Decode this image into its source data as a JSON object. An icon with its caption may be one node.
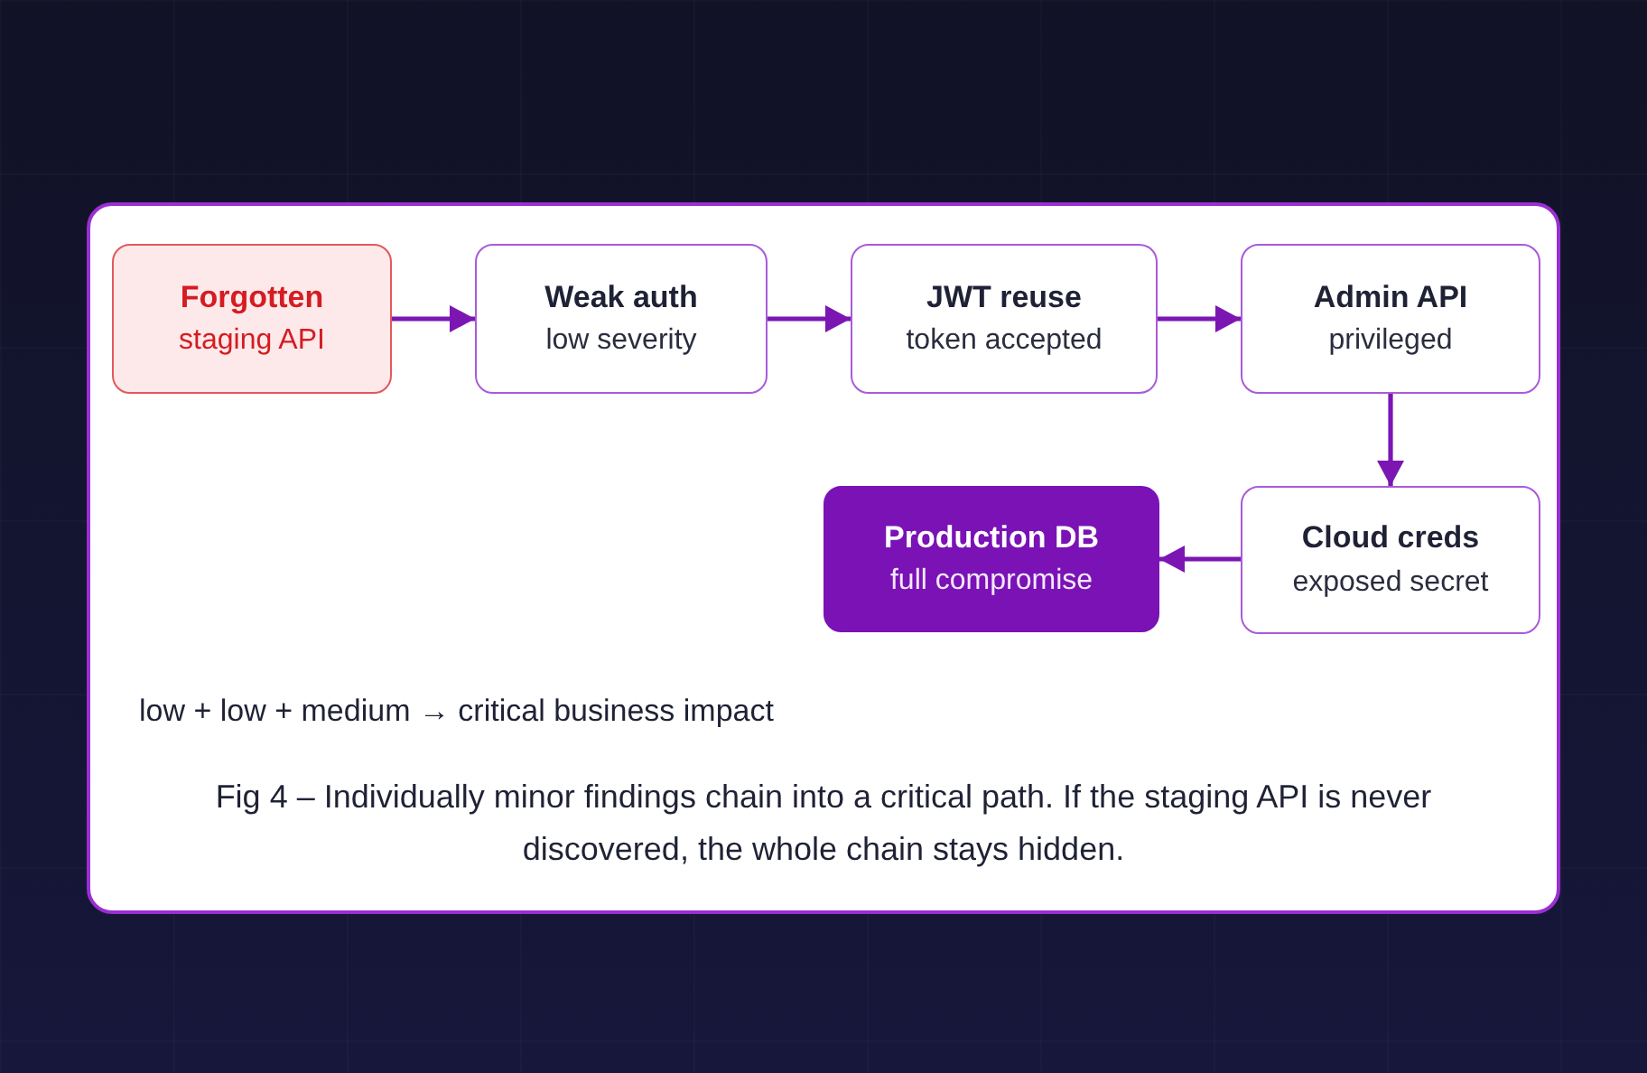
{
  "diagram": {
    "caption": "Fig 4 – Individually minor findings chain into a critical path. If the staging API is never discovered, the whole chain stays hidden.",
    "nodes": [
      {
        "text": [
          "Forgotten",
          "staging API"
        ]
      },
      {
        "text": [
          "Weak auth",
          "low severity"
        ]
      },
      {
        "text": [
          "JWT reuse",
          "token accepted"
        ]
      },
      {
        "text": [
          "Admin API",
          "privileged"
        ]
      },
      {
        "text": [
          "Cloud creds",
          "exposed secret"
        ]
      },
      {
        "text": [
          "Production DB",
          "full compromise"
        ]
      }
    ],
    "edges": [
      {
        "from": 0,
        "to": 1,
        "arrow": "to"
      },
      {
        "from": 1,
        "to": 2,
        "arrow": "to"
      },
      {
        "from": 2,
        "to": 3,
        "arrow": "to"
      },
      {
        "from": 3,
        "to": 4,
        "arrow": "to"
      },
      {
        "from": 4,
        "to": 5,
        "arrow": "to"
      }
    ],
    "labels": [
      "low + low + medium → critical business impact"
    ]
  }
}
